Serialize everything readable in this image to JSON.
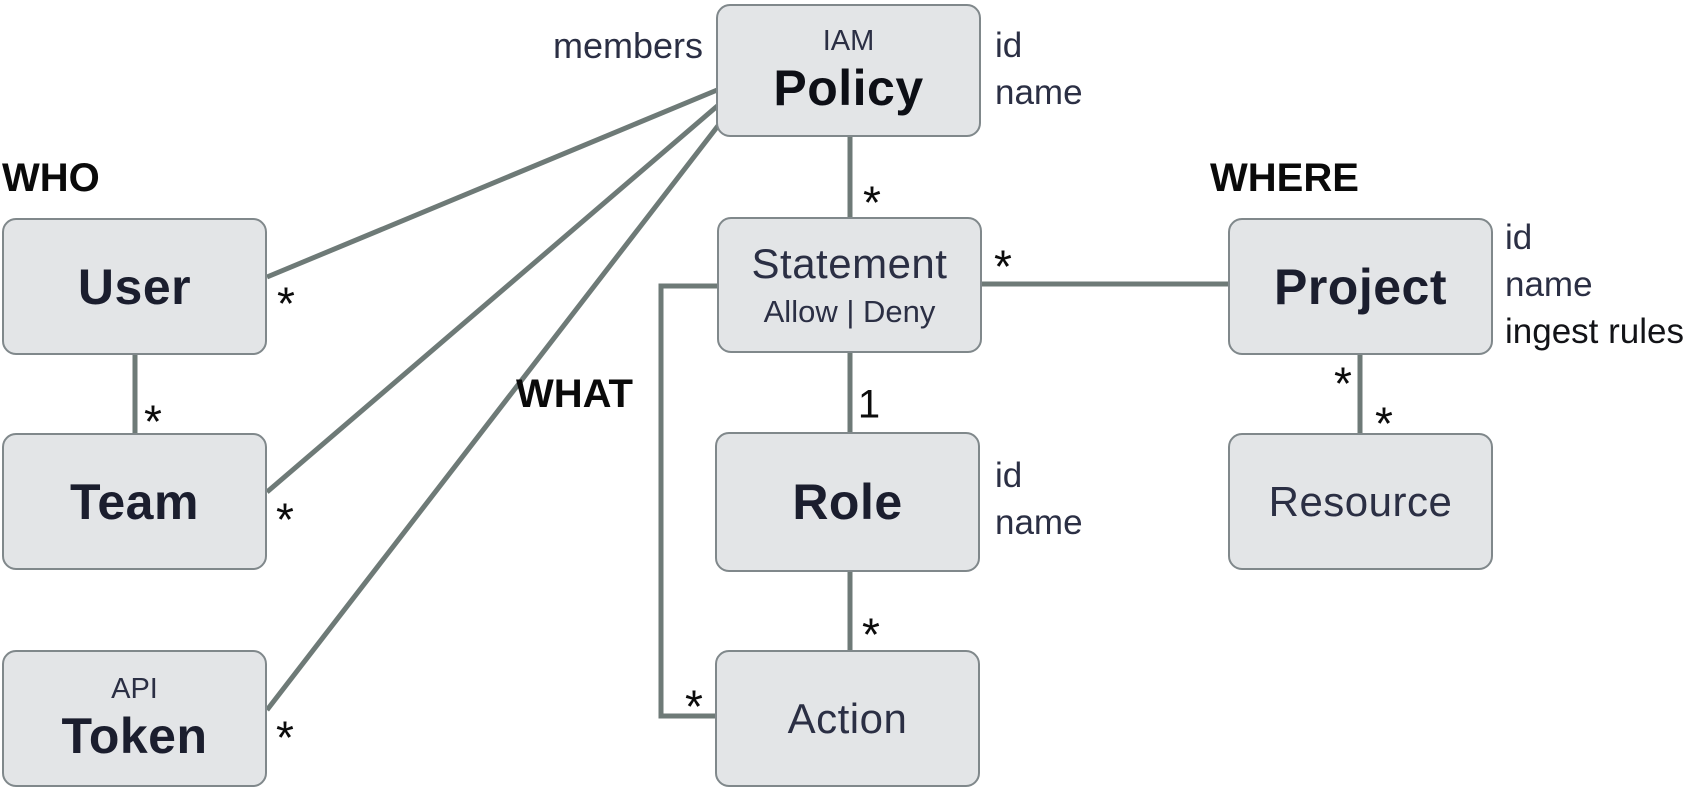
{
  "zones": {
    "who": {
      "label": "WHO"
    },
    "what": {
      "label": "WHAT"
    },
    "where": {
      "label": "WHERE"
    }
  },
  "entities": {
    "policy": {
      "prefix": "IAM",
      "name": "Policy",
      "attributes": [
        "id",
        "name"
      ]
    },
    "user": {
      "name": "User"
    },
    "team": {
      "name": "Team"
    },
    "token": {
      "prefix": "API",
      "name": "Token"
    },
    "statement": {
      "name": "Statement",
      "subtitle": "Allow | Deny"
    },
    "role": {
      "name": "Role",
      "attributes": [
        "id",
        "name"
      ]
    },
    "action": {
      "name": "Action"
    },
    "project": {
      "name": "Project",
      "attributes": [
        "id",
        "name",
        "ingest rules"
      ]
    },
    "resource": {
      "name": "Resource"
    }
  },
  "edge_labels": {
    "members": "members"
  },
  "cardinalities": {
    "policy_statement": "*",
    "statement_project": "*",
    "statement_role": "1",
    "role_action": "*",
    "action_statement": "*",
    "user_policy": "*",
    "user_team": "*",
    "team_policy": "*",
    "token_policy": "*",
    "project_resource_upper": "*",
    "project_resource_lower": "*"
  },
  "palette": {
    "box_fill": "#e3e5e7",
    "box_border": "#80888b",
    "edge_line": "#6e7a77",
    "entity_text": "#2b2f44",
    "bold_title_text": "#1b1e2e",
    "zone_label_text": "#0a0a0a"
  }
}
